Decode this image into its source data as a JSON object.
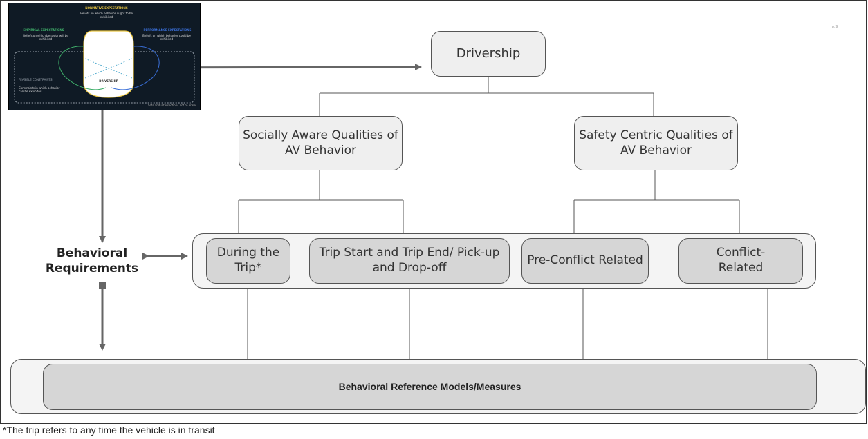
{
  "diagram": {
    "root": "Drivership",
    "left_branch": "Socially Aware Qualities of AV Behavior",
    "right_branch": "Safety Centric Qualities of AV Behavior",
    "requirements": [
      "During the Trip*",
      "Trip Start and Trip End/ Pick-up and Drop-off",
      "Pre-Conflict Related",
      "Conflict- Related"
    ],
    "requirements_label": "Behavioral Requirements",
    "bottom": "Behavioral Reference Models/Measures",
    "footnote": "*The trip refers to any time the vehicle is in transit",
    "page_mark": "p. 9"
  },
  "thumbnail": {
    "normative_title": "NORMATIVE EXPECTATIONS",
    "normative_text": "Beliefs on which behavior ought to be exhibited",
    "empirical_title": "EMPIRICAL EXPECTATIONS",
    "empirical_text": "Beliefs on which behavior will be exhibited",
    "performance_title": "PERFORMANCE EXPECTATIONS",
    "performance_text": "Beliefs on which behavior could be exhibited",
    "feasible_title": "FEASIBLE CONSTRAINTS",
    "feasible_text": "Constraints in which behavior can be exhibited",
    "center": "DRIVERSHIP",
    "corner_note": "Sets and intersections not to scale",
    "colors": {
      "background": "#0f1a25",
      "green": "#3fae6a",
      "blue": "#3a6fd8",
      "yellow": "#e8c440"
    }
  }
}
